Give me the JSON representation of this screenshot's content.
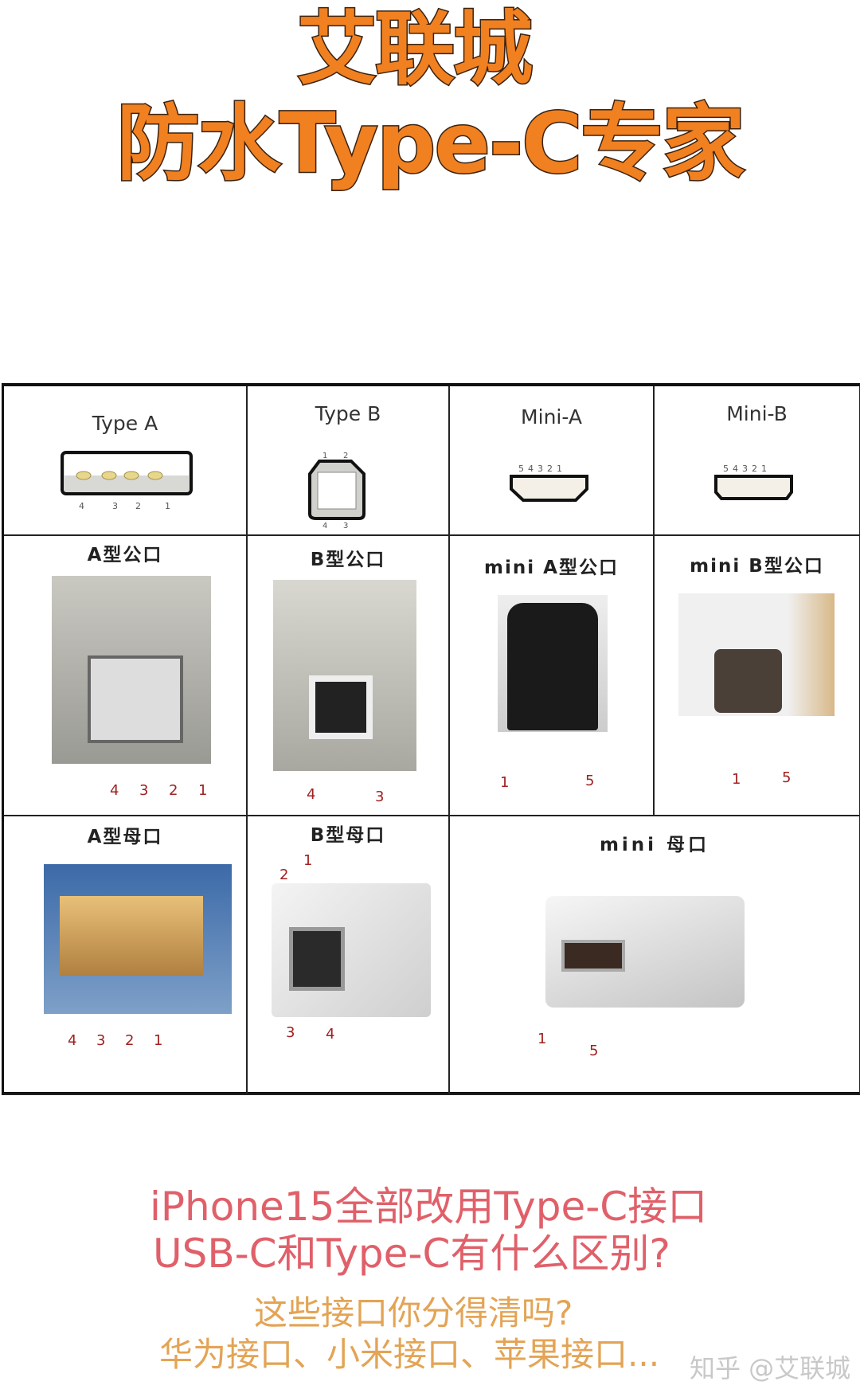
{
  "title": {
    "line1": "艾联城",
    "line2": "防水Type-C专家"
  },
  "table": {
    "headers": [
      "Type A",
      "Type B",
      "Mini-A",
      "Mini-B"
    ],
    "header_pins": {
      "type_a": [
        "4",
        "3",
        "2",
        "1"
      ],
      "type_b_top": [
        "1",
        "2"
      ],
      "type_b_bottom": [
        "4",
        "3"
      ],
      "mini": [
        "5",
        "4",
        "3",
        "2",
        "1"
      ]
    },
    "male": [
      {
        "label": "A型公口",
        "pins": [
          "4",
          "3",
          "2",
          "1"
        ]
      },
      {
        "label": "B型公口",
        "pins": [
          "4",
          "3"
        ]
      },
      {
        "label": "mini A型公口",
        "pins": [
          "1",
          "5"
        ]
      },
      {
        "label": "mini B型公口",
        "pins": [
          "1",
          "5"
        ]
      }
    ],
    "female": [
      {
        "label": "A型母口",
        "pins": [
          "4",
          "3",
          "2",
          "1"
        ]
      },
      {
        "label": "B型母口",
        "pins": [
          "2",
          "1",
          "3",
          "4"
        ]
      },
      {
        "label": "mini 母口",
        "pins": [
          "1",
          "5"
        ]
      }
    ]
  },
  "text": {
    "line1": "iPhone15全部改用Type-C接口",
    "line2": "USB-C和Type-C有什么区别?",
    "line3": "这些接口你分得清吗?",
    "line4": "华为接口、小米接口、苹果接口...",
    "watermark": "知乎 @艾联城"
  },
  "colors": {
    "title": "#f08020",
    "pink": "#e0606a",
    "gold": "#e3a455"
  }
}
